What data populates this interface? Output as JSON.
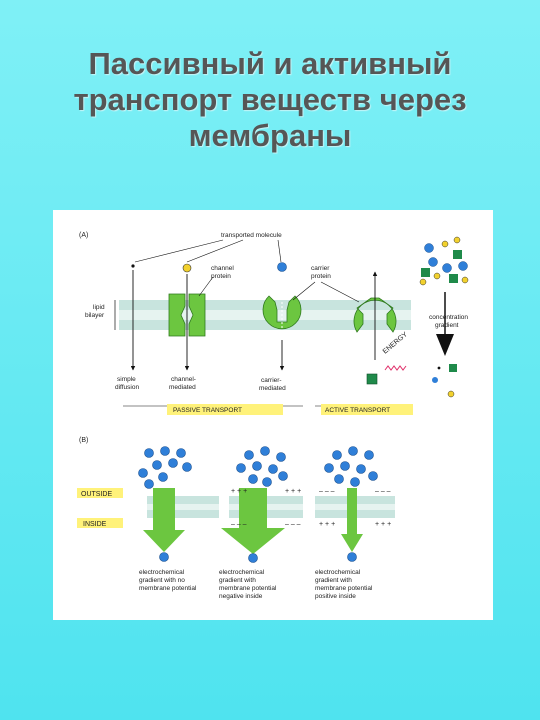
{
  "title": {
    "line1": "Пассивный и активный",
    "line2": "транспорт веществ через",
    "line3": "мембраны"
  },
  "panel_a": {
    "label": "(A)",
    "transported_molecule": "transported molecule",
    "channel_protein": [
      "channel",
      "protein"
    ],
    "carrier_protein": [
      "carrier",
      "protein"
    ],
    "lipid_bilayer": [
      "lipid",
      "bilayer"
    ],
    "simple_diffusion": [
      "simple",
      "diffusion"
    ],
    "channel_mediated": [
      "channel-",
      "mediated"
    ],
    "carrier_mediated": [
      "carrier-",
      "mediated"
    ],
    "passive_transport": "PASSIVE TRANSPORT",
    "active_transport": "ACTIVE TRANSPORT",
    "energy": "ENERGY",
    "concentration_gradient": [
      "concentration",
      "gradient"
    ]
  },
  "panel_b": {
    "label": "(B)",
    "outside": "OUTSIDE",
    "inside": "INSIDE",
    "plus": "+ + +",
    "minus": "– – –",
    "captions": [
      [
        "electrochemical",
        "gradient with no",
        "membrane potential"
      ],
      [
        "electrochemical",
        "gradient with",
        "membrane potential",
        "negative inside"
      ],
      [
        "electrochemical",
        "gradient with",
        "membrane potential",
        "positive inside"
      ]
    ]
  },
  "colors": {
    "background": "#56e6f0",
    "title": "#565656",
    "membrane": "#c8e4de",
    "protein_green": "#6cc640",
    "ion_blue": "#2f7fd8",
    "molecule_yellow": "#f2d12e",
    "label_yellow": "#fff27a",
    "energy_red": "#e0306a"
  }
}
